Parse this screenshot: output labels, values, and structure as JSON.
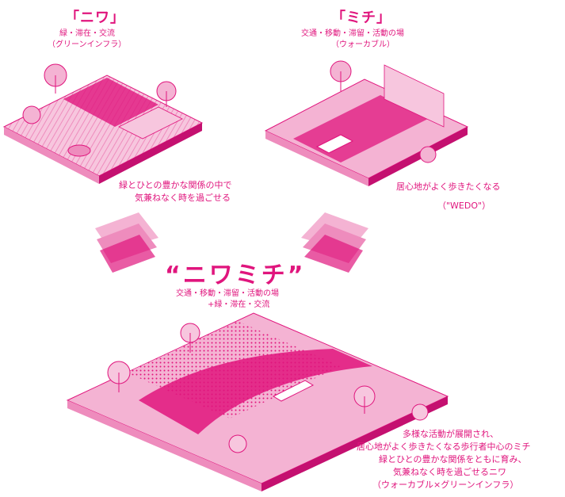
{
  "top_left": {
    "title": "「ニワ」",
    "caption_1": "緑・滞在・交流",
    "caption_2": "（グリーンインフラ）",
    "note_1": "緑とひとの豊かな関係の中で",
    "note_2": "気兼ねなく時を過ごせる"
  },
  "top_right": {
    "title": "「ミチ」",
    "caption_1": "交通・移動・滞留・活動の場",
    "caption_2": "（ウォーカブル）",
    "note_1": "居心地がよく歩きたくなる",
    "note_2": "（\"WEDO\"）"
  },
  "combined": {
    "title": "“ニワミチ”",
    "caption_1": "交通・移動・滞留・活動の場",
    "caption_2": "+緑・滞在・交流"
  },
  "bottom_note": {
    "line_1": "多様な活動が展開され、",
    "line_2": "居心地がよく歩きたくなる歩行者中心のミチ",
    "line_3": "緑とひとの豊かな関係をともに育み、",
    "line_4": "気兼ねなく時を過ごせるニワ",
    "line_5": "（ウォーカブル×グリーンインフラ）"
  },
  "colors": {
    "accent": "#e0157d",
    "base_light": "#f7c6de",
    "base_mid": "#ee8cbd",
    "base_dark": "#c41070"
  }
}
